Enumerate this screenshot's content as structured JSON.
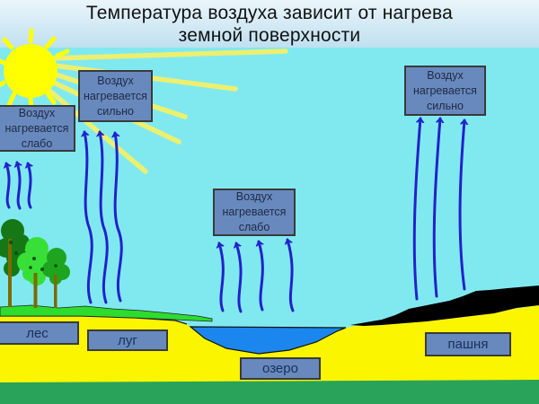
{
  "slide": {
    "title_line1": "Температура воздуха зависит от нагрева",
    "title_line2": "земной поверхности"
  },
  "callouts": {
    "weak_left": {
      "line1": "Воздух",
      "line2": "нагревается",
      "line3": "слабо"
    },
    "strong_left": {
      "line1": "Воздух",
      "line2": "нагревается",
      "line3": "сильно"
    },
    "weak_center": {
      "line1": "Воздух",
      "line2": "нагревается",
      "line3": "слабо"
    },
    "strong_right": {
      "line1": "Воздух",
      "line2": "нагревается",
      "line3": "сильно"
    }
  },
  "surface_labels": {
    "forest": "лес",
    "meadow": "луг",
    "lake": "озеро",
    "plowed_field": "пашня"
  },
  "colors": {
    "title_band_top": "#EAF5FB",
    "title_band_bottom": "#BFE0F0",
    "sky": "#80E9F0",
    "sun": "#FFFF00",
    "sun_ray": "#EDF06E",
    "ground": "#FBF500",
    "grass": "#2EDC2E",
    "tree_dark": "#157815",
    "tree_light": "#38DF38",
    "tree_mid": "#1FA41F",
    "trunk": "#7D6A00",
    "lake": "#1B87EE",
    "plowed_field": "#000000",
    "bottom_band": "#29A35A",
    "arrow": "#2222CC",
    "callout_fill": "#6889BE",
    "callout_border": "#3A3A3A"
  }
}
